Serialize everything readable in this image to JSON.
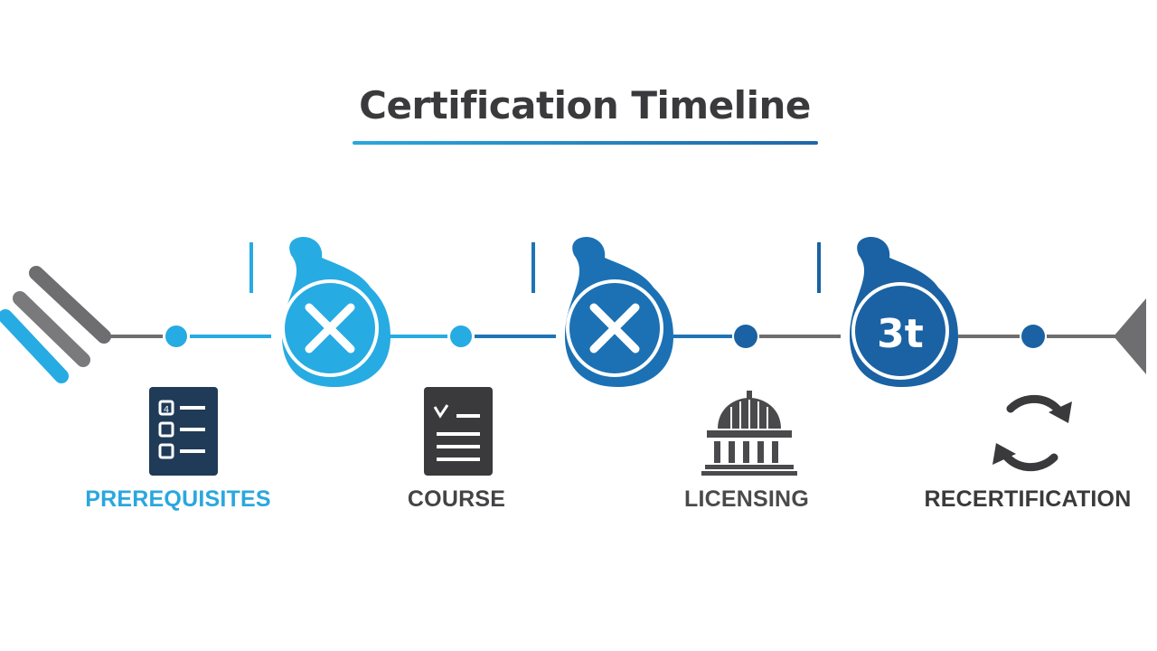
{
  "title": "Certification Timeline",
  "colors": {
    "light_blue": "#27abe3",
    "mid_blue": "#1e74b6",
    "dark_blue": "#1a65a6",
    "gray": "#6b6b6b",
    "dark_gray": "#3a3a3c",
    "navy": "#1f3b57"
  },
  "milestones": [
    {
      "badge": "x-mark-icon",
      "color": "#27abe3"
    },
    {
      "badge": "x-mark-icon",
      "color": "#1c71b4"
    },
    {
      "badge_text": "3t",
      "color": "#1a62a3"
    }
  ],
  "steps": [
    {
      "label": "Prerequisites",
      "icon": "checklist-icon",
      "color": "#2aa7de"
    },
    {
      "label": "Course",
      "icon": "document-icon",
      "color": "#444446"
    },
    {
      "label": "Licensing",
      "icon": "institution-icon",
      "color": "#4a4a4c"
    },
    {
      "label": "Recertification",
      "icon": "refresh-cycle-icon",
      "color": "#3a3a3c"
    }
  ]
}
